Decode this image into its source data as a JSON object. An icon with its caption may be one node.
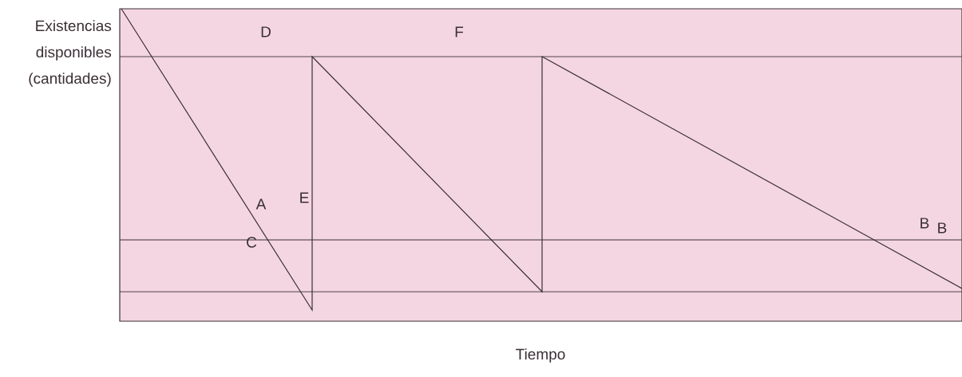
{
  "diagram": {
    "labels": [
      "Existencias disponibles (cantidades)",
      "D",
      "F",
      "A",
      "E",
      "B",
      "B",
      "C",
      "Tiempo"
    ]
  }
}
